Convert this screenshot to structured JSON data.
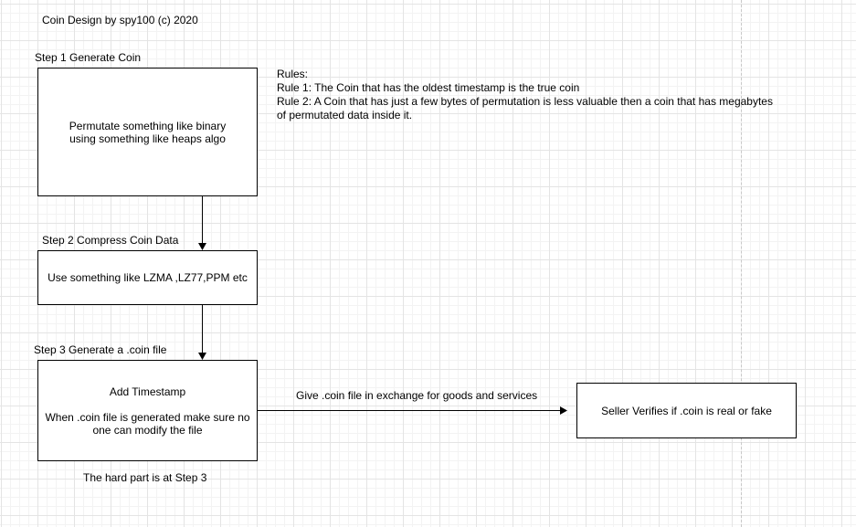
{
  "title": "Coin Design by spy100 (c) 2020",
  "steps": [
    {
      "label": "Step 1 Generate Coin",
      "lines": [
        "Permutate something like binary",
        "using something like heaps algo"
      ]
    },
    {
      "label": "Step 2 Compress Coin Data",
      "lines": [
        "Use something like LZMA ,LZ77,PPM etc"
      ]
    },
    {
      "label": "Step 3 Generate a  .coin file",
      "heading": "Add Timestamp",
      "lines": [
        "When .coin file is generated make sure no",
        "one can modify the file"
      ]
    }
  ],
  "rules": {
    "heading": "Rules:",
    "lines": [
      "Rule 1: The Coin that has the oldest timestamp is the true coin",
      "Rule 2: A Coin that has just a few bytes of permutation is less valuable then a coin that has megabytes",
      "of permutated data inside it."
    ]
  },
  "exchange_label": "Give .coin file in exchange for goods and services",
  "seller_box": "Seller Verifies if .coin is real or fake",
  "footnote": "The hard part is at Step 3",
  "colors": {
    "stroke": "#000000",
    "grid": "#e4e4e4",
    "background": "#ffffff"
  }
}
